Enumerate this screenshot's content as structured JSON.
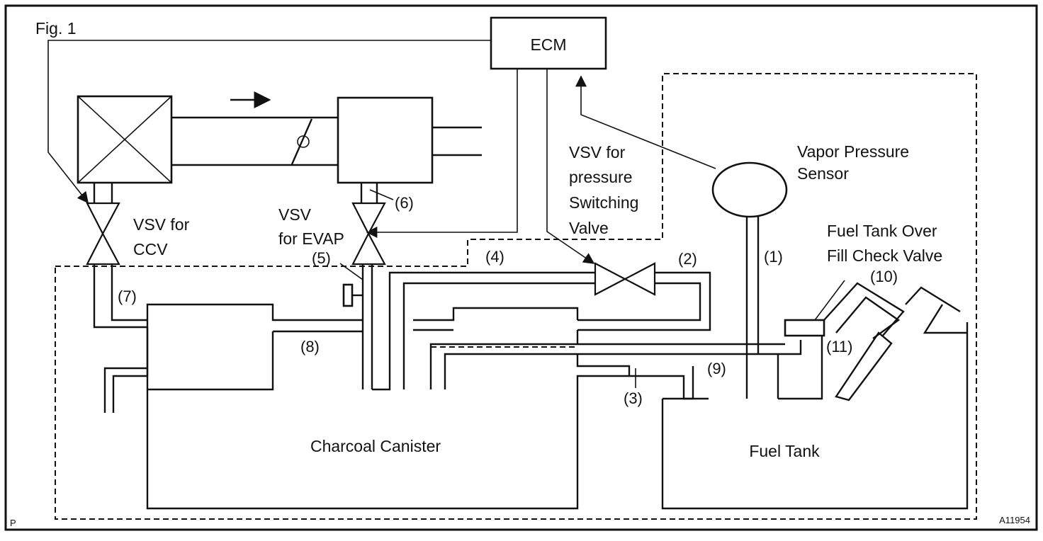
{
  "figure_label": "Fig. 1",
  "ecm": "ECM",
  "vsv_pressure": [
    "VSV for",
    "pressure",
    "Switching",
    "Valve"
  ],
  "vapor_sensor": [
    "Vapor Pressure",
    "Sensor"
  ],
  "vsv_ccv": [
    "VSV for",
    "CCV"
  ],
  "vsv_evap": [
    "VSV",
    "for EVAP"
  ],
  "check_valve": [
    "Fuel Tank Over",
    "Fill Check Valve"
  ],
  "canister": "Charcoal Canister",
  "fuel_tank": "Fuel Tank",
  "refs": {
    "r1": "(1)",
    "r2": "(2)",
    "r3": "(3)",
    "r4": "(4)",
    "r5": "(5)",
    "r6": "(6)",
    "r7": "(7)",
    "r8": "(8)",
    "r9": "(9)",
    "r10": "(10)",
    "r11": "(11)"
  },
  "corner_left": "P",
  "corner_right": "A11954"
}
